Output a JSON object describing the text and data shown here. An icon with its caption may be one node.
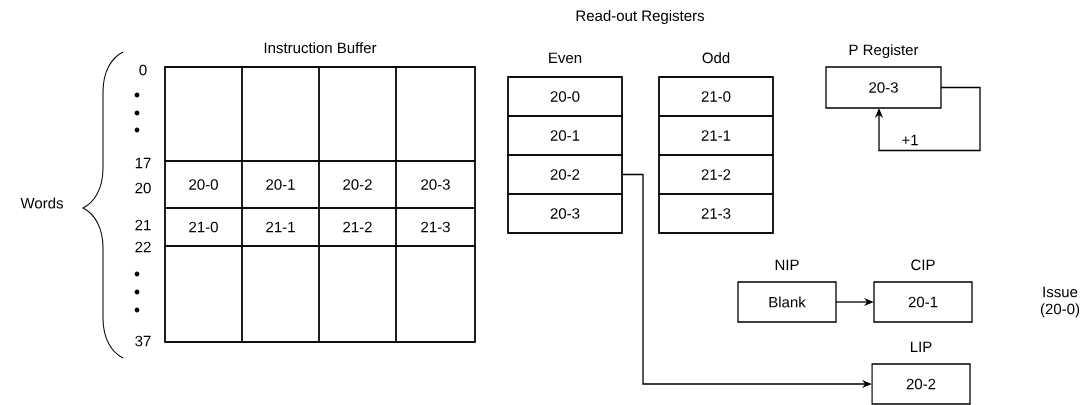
{
  "diagram": {
    "nodes": [
      {
        "text": [
          "Instruction Buffer"
        ]
      },
      {
        "text": [],
        "shape": "box",
        "in": 0
      },
      {
        "text": [],
        "shape": "box",
        "in": 0
      },
      {
        "text": [],
        "shape": "box",
        "in": 0
      },
      {
        "text": [],
        "shape": "box",
        "in": 0
      },
      {
        "text": [
          "20-0"
        ],
        "in": 0
      },
      {
        "text": [
          "20-1"
        ],
        "in": 0
      },
      {
        "text": [
          "20-2"
        ],
        "in": 0
      },
      {
        "text": [
          "20-3"
        ],
        "in": 0
      },
      {
        "text": [
          "21-0"
        ],
        "in": 0
      },
      {
        "text": [
          "21-1"
        ],
        "in": 0
      },
      {
        "text": [
          "21-2"
        ],
        "in": 0
      },
      {
        "text": [
          "21-3"
        ],
        "in": 0
      },
      {
        "text": [],
        "shape": "box",
        "in": 0
      },
      {
        "text": [],
        "shape": "box",
        "in": 0
      },
      {
        "text": [],
        "shape": "box",
        "in": 0
      },
      {
        "text": [],
        "shape": "box",
        "in": 0
      },
      {
        "text": [
          "Even"
        ]
      },
      {
        "text": [
          "20-0"
        ],
        "in": 17
      },
      {
        "text": [
          "20-1"
        ],
        "in": 17
      },
      {
        "text": [
          "20-2"
        ],
        "in": 17
      },
      {
        "text": [
          "20-3"
        ],
        "in": 17
      },
      {
        "text": [
          "Odd"
        ]
      },
      {
        "text": [
          "21-0"
        ],
        "in": 22
      },
      {
        "text": [
          "21-1"
        ],
        "in": 22
      },
      {
        "text": [
          "21-2"
        ],
        "in": 22
      },
      {
        "text": [
          "21-3"
        ],
        "in": 22
      },
      {
        "text": [
          "P Register",
          "20-3"
        ]
      },
      {
        "text": [
          "NIP",
          "Blank"
        ]
      },
      {
        "text": [
          "CIP",
          "20-1"
        ]
      },
      {
        "text": [
          "LIP",
          "20-2"
        ]
      }
    ],
    "edges": [
      {
        "from": 27,
        "to": 27,
        "arrow": "to",
        "label": "+1"
      },
      {
        "from": 28,
        "to": 29,
        "arrow": "to"
      },
      {
        "from": 20,
        "to": 30,
        "arrow": "to"
      }
    ],
    "labels": [
      "Read-out Registers",
      "0",
      "17",
      "20",
      "Words",
      "21",
      "22",
      "37",
      "Issue (20-0)"
    ]
  }
}
